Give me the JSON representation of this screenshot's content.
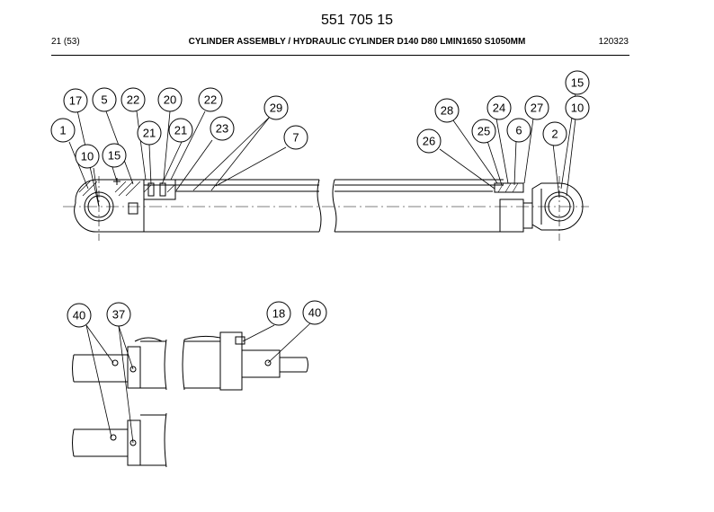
{
  "header": {
    "document_number": "551 705 15",
    "page": "21 (53)",
    "title": "CYLINDER ASSEMBLY / HYDRAULIC CYLINDER D140 D80 LMIN1650 S1050MM",
    "date_code": "120323"
  },
  "callouts": {
    "c1": "1",
    "c17": "17",
    "c5": "5",
    "c22a": "22",
    "c20": "20",
    "c22b": "22",
    "c21a": "21",
    "c21b": "21",
    "c23": "23",
    "c29": "29",
    "c7": "7",
    "c10a": "10",
    "c15a": "15",
    "c28": "28",
    "c24": "24",
    "c27": "27",
    "c15b": "15",
    "c10b": "10",
    "c26": "26",
    "c25": "25",
    "c6": "6",
    "c2": "2",
    "c40a": "40",
    "c37": "37",
    "c18": "18",
    "c40b": "40"
  }
}
